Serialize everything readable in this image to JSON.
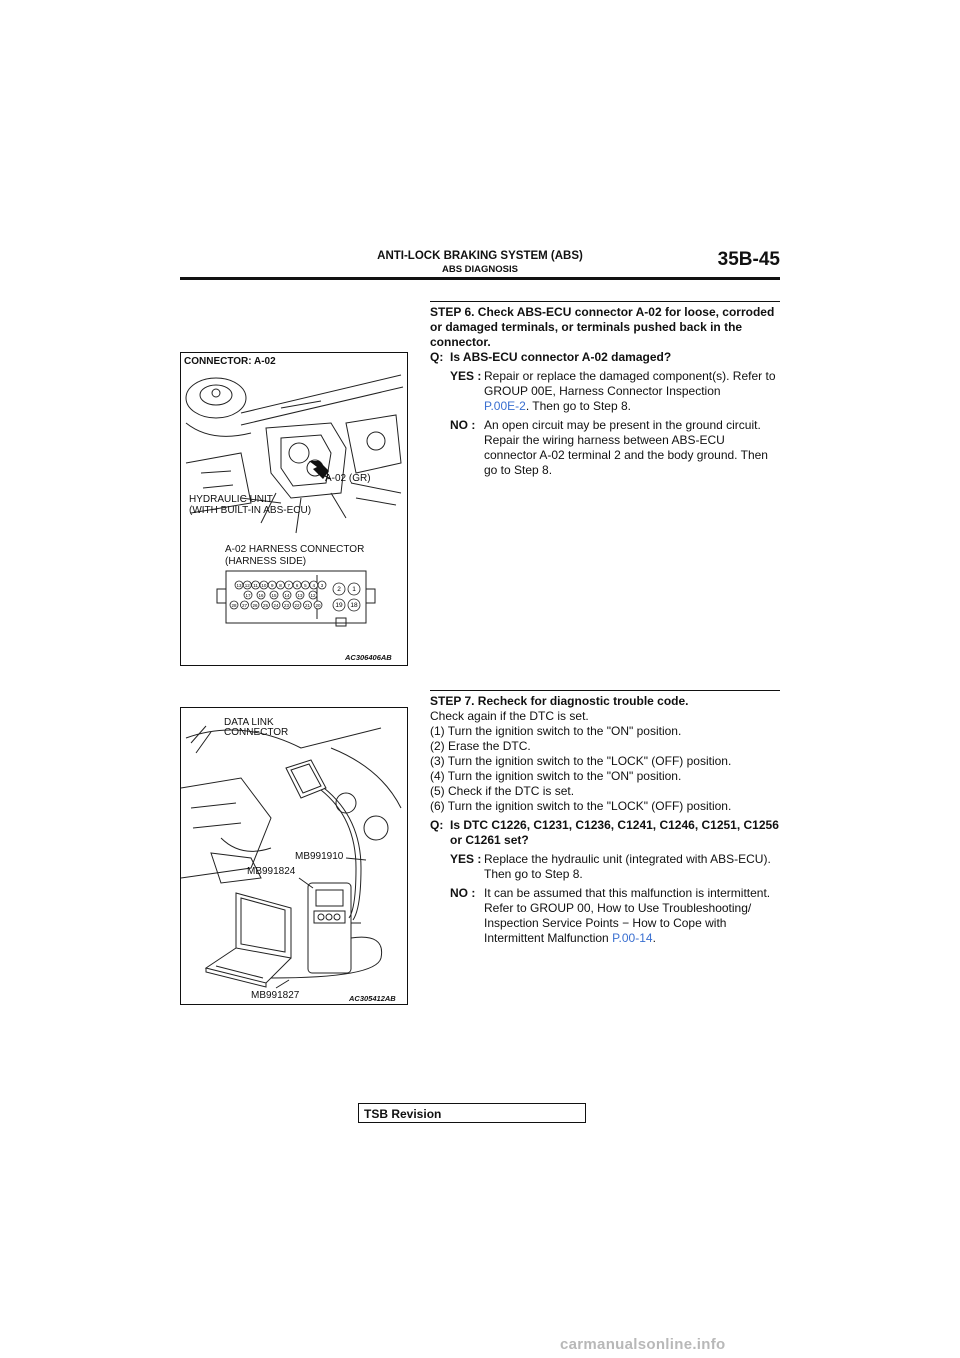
{
  "header": {
    "title": "ANTI-LOCK BRAKING SYSTEM (ABS)",
    "subtitle": "ABS DIAGNOSIS",
    "page_number": "35B-45"
  },
  "step6": {
    "heading": "STEP 6. Check ABS-ECU connector A-02  for loose, corroded or damaged terminals, or terminals pushed back in the connector.",
    "question_label": "Q:",
    "question": "Is ABS-ECU connector A-02 damaged?",
    "yes_label": "YES :",
    "yes_text": "Repair or replace the damaged component(s). Refer to GROUP 00E, Harness Connector Inspection",
    "yes_link": "P.00E-2",
    "yes_tail": ". Then go to Step 8.",
    "no_label": "NO :",
    "no_text": "An open circuit may be present in the ground circuit. Repair the wiring harness between ABS-ECU connector A-02 terminal 2 and the body ground. Then go to Step 8."
  },
  "figure1": {
    "connector_label": "CONNECTOR: A-02",
    "arrow_label": "A-02 (GR)",
    "hydraulic_line1": "HYDRAULIC UNIT",
    "hydraulic_line2": "(WITH BUILT-IN ABS-ECU)",
    "harness_line1": "A-02 HARNESS CONNECTOR",
    "harness_line2": "(HARNESS SIDE)",
    "pins_top": [
      "13",
      "12",
      "11",
      "10",
      "9",
      "8",
      "7",
      "6",
      "5",
      "4",
      "3"
    ],
    "pins_mid": [
      "17",
      "16",
      "15",
      "14",
      "13",
      "12"
    ],
    "pins_bottom": [
      "28",
      "27",
      "26",
      "25",
      "24",
      "23",
      "22",
      "21",
      "20"
    ],
    "pins_right": [
      "2",
      "1",
      "19",
      "18"
    ],
    "code": "AC306406AB"
  },
  "step7": {
    "heading": "STEP 7. Recheck for diagnostic trouble code.",
    "intro": "Check again if the DTC is set.",
    "steps": [
      "(1) Turn the ignition switch to the \"ON\" position.",
      "(2) Erase the DTC.",
      "(3) Turn the ignition switch to the \"LOCK\" (OFF) position.",
      "(4) Turn the ignition switch to the \"ON\" position.",
      "(5) Check if the DTC is set.",
      "(6) Turn the ignition switch to the \"LOCK\" (OFF) position."
    ],
    "question_label": "Q:",
    "question": "Is DTC C1226, C1231, C1236, C1241, C1246, C1251, C1256 or C1261 set?",
    "yes_label": "YES :",
    "yes_text": "Replace the hydraulic unit (integrated with ABS-ECU). Then go to Step 8.",
    "no_label": "NO :",
    "no_text": "It can be assumed that this malfunction is intermittent. Refer to GROUP 00, How to Use Troubleshooting/ Inspection Service Points − How to Cope with Intermittent Malfunction",
    "no_link": "P.00-14",
    "no_tail": "."
  },
  "figure2": {
    "dlc_line1": "DATA LINK",
    "dlc_line2": "CONNECTOR",
    "cable_label": "MB991910",
    "interface_label": "MB991824",
    "laptop_label": "MB991827",
    "code": "AC305412AB"
  },
  "footer": {
    "tsb_label": "TSB Revision",
    "watermark": "carmanualsonline.info"
  }
}
